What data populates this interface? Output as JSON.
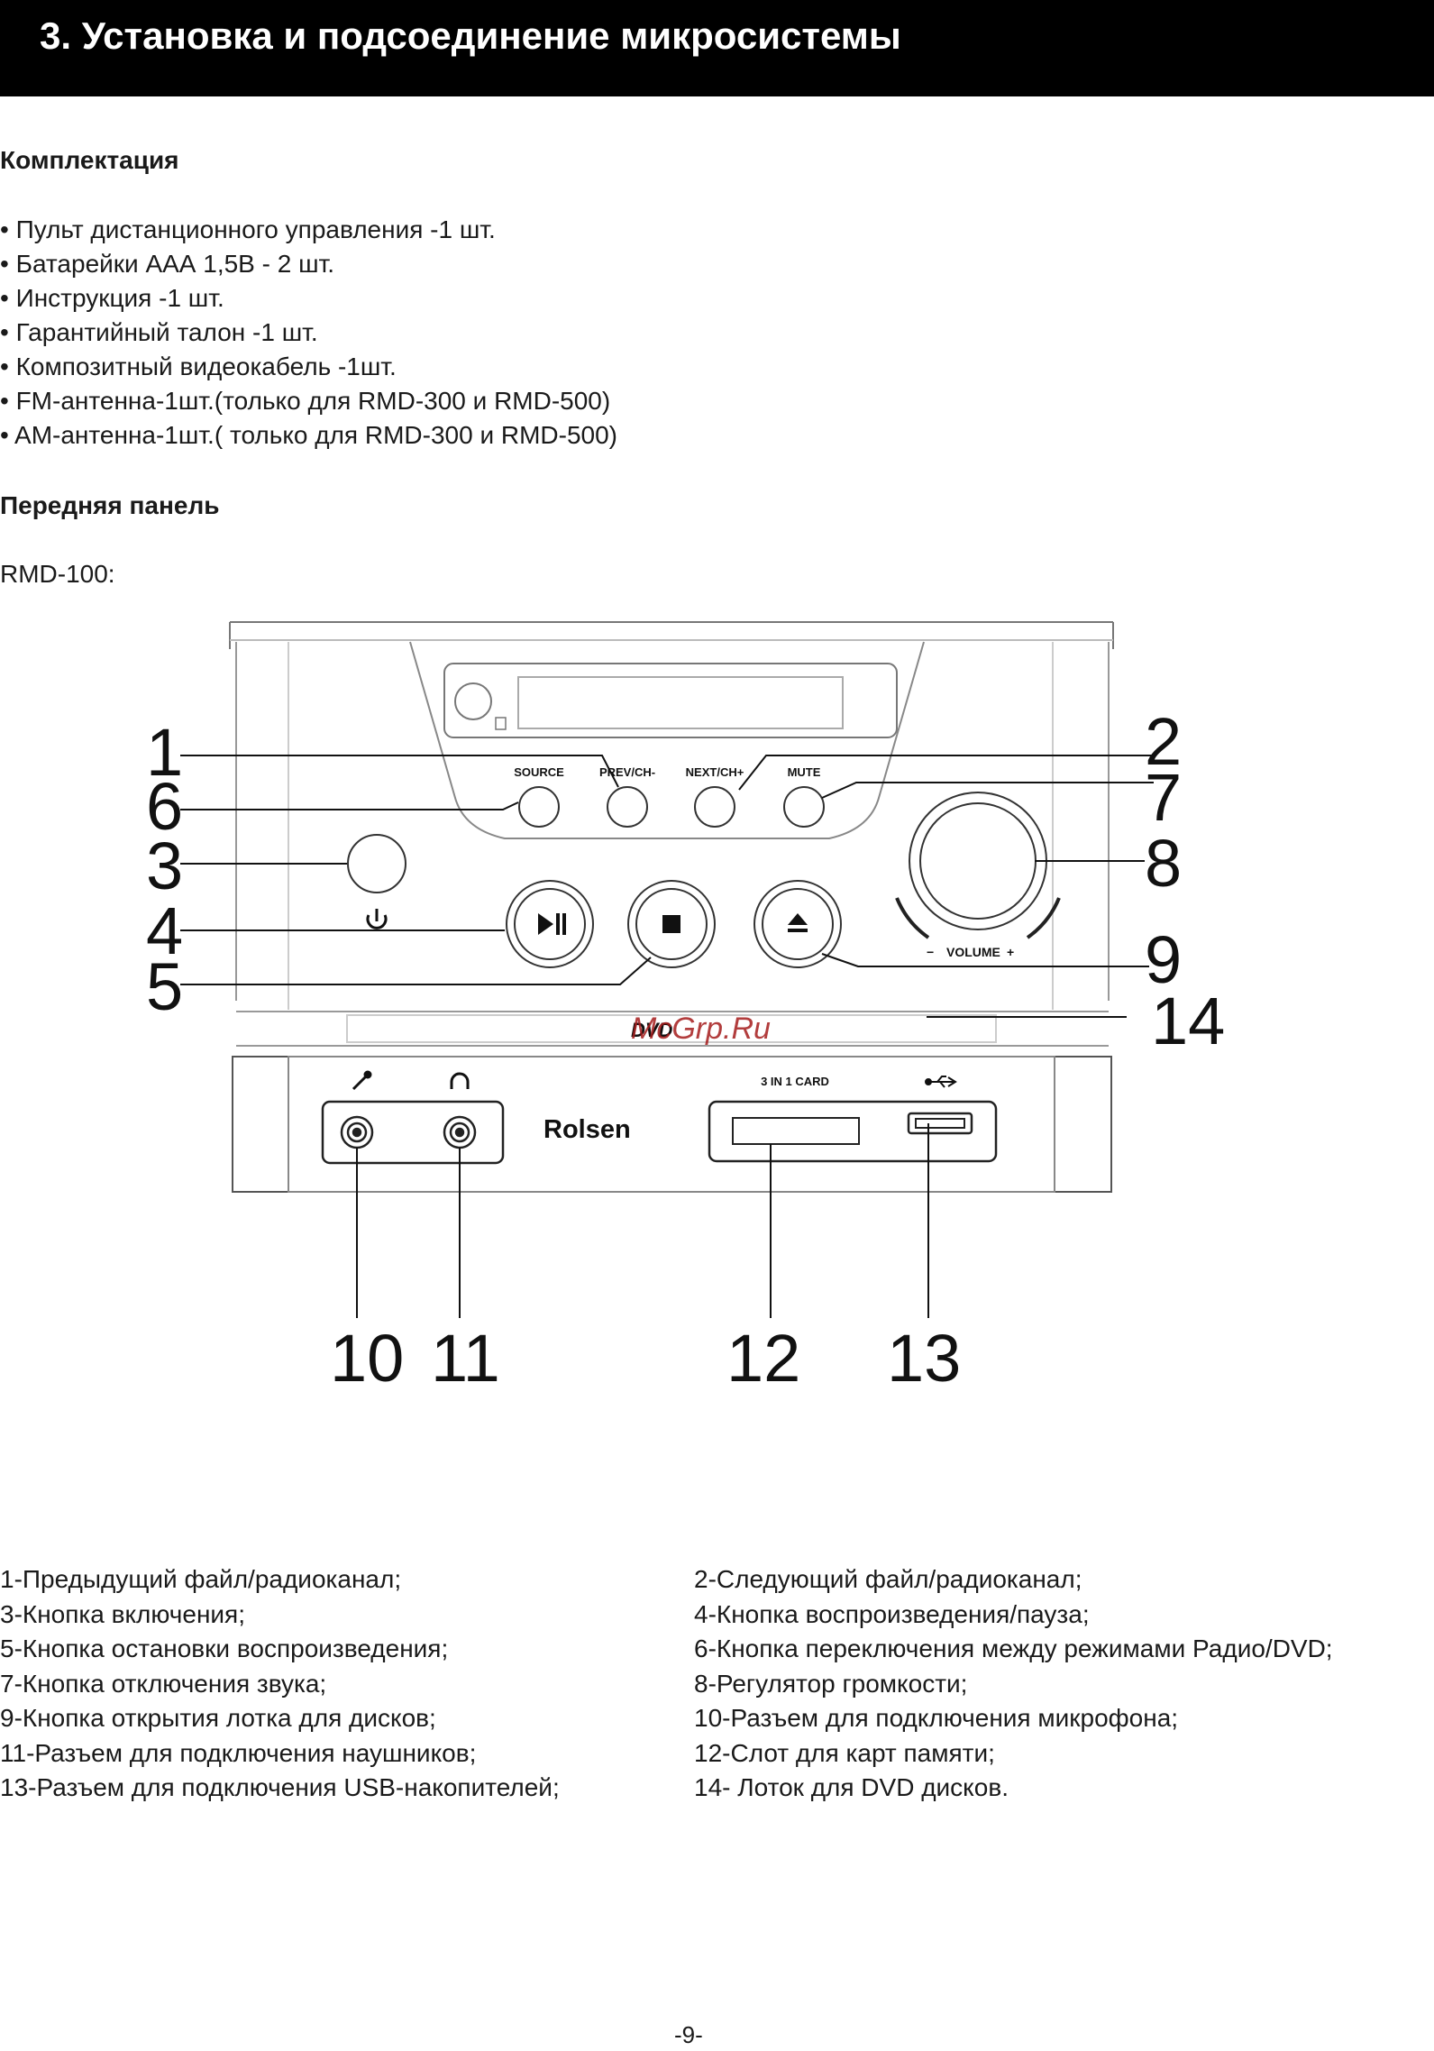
{
  "header": {
    "title": "3. Установка и подсоединение микросистемы"
  },
  "contents": {
    "heading": "Комплектация",
    "items": [
      "• Пульт дистанционного управления -1 шт.",
      "• Батарейки ААА 1,5В - 2 шт.",
      "• Инструкция -1 шт.",
      "• Гарантийный талон -1 шт.",
      "• Композитный видеокабель -1шт.",
      "• FM-антенна-1шт.(только для RMD-300 и RMD-500)",
      "• AM-антенна-1шт.( только для RMD-300 и RMD-500)"
    ]
  },
  "front_panel": {
    "heading": "Передняя панель",
    "model": "RMD-100:",
    "device_labels": {
      "source": "SOURCE",
      "prev": "PREV/CH-",
      "next": "NEXT/CH+",
      "mute": "MUTE",
      "volume": "VOLUME",
      "volume_minus": "−",
      "volume_plus": "+",
      "card": "3 IN 1 CARD",
      "brand": "Rolsen",
      "dvd": "DVD"
    },
    "callouts": [
      "1",
      "2",
      "3",
      "4",
      "5",
      "6",
      "7",
      "8",
      "9",
      "10",
      "11",
      "12",
      "13",
      "14"
    ],
    "watermark": "McGrp.Ru"
  },
  "legend": {
    "left": [
      "1-Предыдущий файл/радиоканал;",
      "3-Кнопка включения;",
      "5-Кнопка остановки воспроизведения;",
      "7-Кнопка отключения звука;",
      "9-Кнопка открытия лотка для дисков;",
      "11-Разъем для подключения наушников;",
      "13-Разъем для подключения USB-накопителей;"
    ],
    "right": [
      "2-Следующий файл/радиоканал;",
      "4-Кнопка воспроизведения/пауза;",
      "6-Кнопка переключения между режимами Радио/DVD;",
      "8-Регулятор громкости;",
      "10-Разъем для подключения микрофона;",
      "12-Слот для карт памяти;",
      "14- Лоток для DVD дисков."
    ]
  },
  "footer": {
    "page_number": "-9-"
  }
}
